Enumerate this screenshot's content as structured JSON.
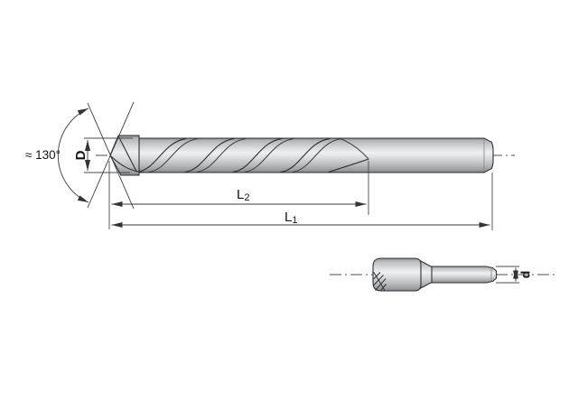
{
  "drawing": {
    "subject": "drill-bit-technical-drawing",
    "annotations": {
      "point_angle": "≈ 130°",
      "drill_diameter": "D",
      "flute_length": {
        "main": "L",
        "sub": "2"
      },
      "overall_length": {
        "main": "L",
        "sub": "1"
      },
      "shank_diameter": "d"
    },
    "colors": {
      "background": "#ffffff",
      "outline": "#2f3235",
      "dimension_lines": "#3a3a3a",
      "metal_highlight": "#eef0f1",
      "metal_mid": "#c7cbce",
      "metal_shadow": "#8e9296"
    }
  }
}
